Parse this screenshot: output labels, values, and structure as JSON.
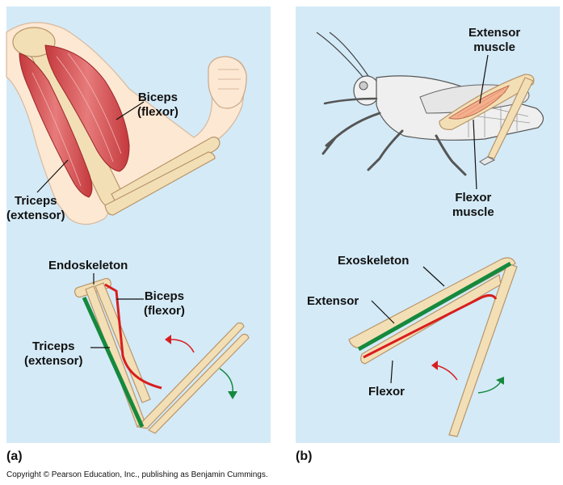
{
  "panel_a": {
    "letter": "(a)",
    "top_labels": {
      "biceps_line1": "Biceps",
      "biceps_line2": "(flexor)",
      "triceps_line1": "Triceps",
      "triceps_line2": "(extensor)"
    },
    "bottom_labels": {
      "endoskeleton": "Endoskeleton",
      "biceps_line1": "Biceps",
      "biceps_line2": "(flexor)",
      "triceps_line1": "Triceps",
      "triceps_line2": "(extensor)"
    }
  },
  "panel_b": {
    "letter": "(b)",
    "top_labels": {
      "extensor_line1": "Extensor",
      "extensor_line2": "muscle",
      "flexor_line1": "Flexor",
      "flexor_line2": "muscle"
    },
    "bottom_labels": {
      "exoskeleton": "Exoskeleton",
      "extensor": "Extensor",
      "flexor": "Flexor"
    }
  },
  "copyright": "Copyright © Pearson Education, Inc., publishing as Benjamin Cummings.",
  "colors": {
    "panel_bg": "#d4eaf7",
    "bone": "#f3dfb6",
    "bone_outline": "#b8956a",
    "muscle": "#d7575a",
    "flexor_red": "#d81e1e",
    "extensor_green": "#15893d",
    "skin": "#fde8d3"
  }
}
